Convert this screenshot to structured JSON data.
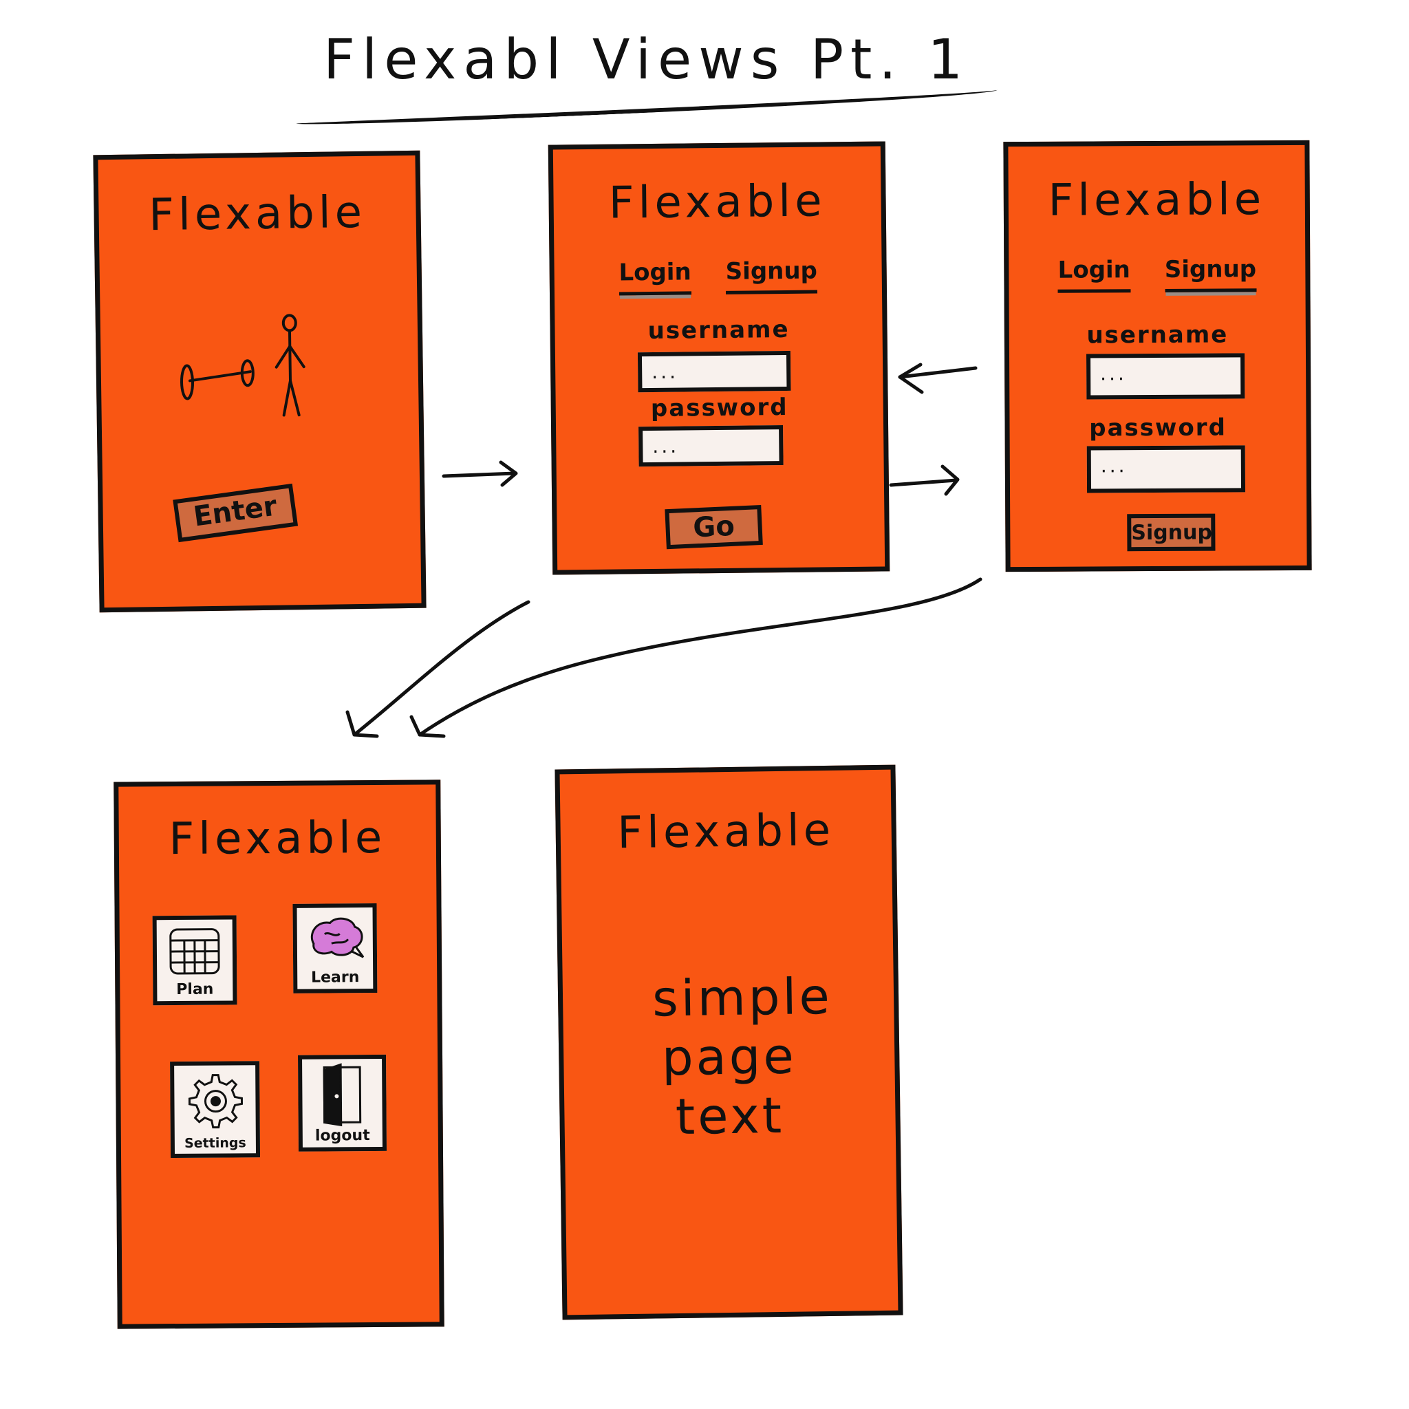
{
  "page_title": "Flexabl Views Pt. 1",
  "colors": {
    "screen": "#f95613",
    "button": "#cf6a3f",
    "field": "#f8f1ed",
    "ink": "#111111",
    "learn_brain": "#d57bd8"
  },
  "screens": {
    "welcome": {
      "app_title": "Flexable",
      "illustration": "person-barbell-icon",
      "enter_button": "Enter"
    },
    "login": {
      "app_title": "Flexable",
      "tabs": [
        "Login",
        "Signup"
      ],
      "active_tab": "Login",
      "username_label": "username",
      "username_value": "...",
      "password_label": "password",
      "password_value": "...",
      "go_button": "Go"
    },
    "signup": {
      "app_title": "Flexable",
      "tabs": [
        "Login",
        "Signup"
      ],
      "active_tab": "Signup",
      "username_label": "username",
      "username_value": "...",
      "password_label": "password",
      "password_value": "...",
      "signup_button": "Signup"
    },
    "home": {
      "app_title": "Flexable",
      "tiles": [
        {
          "label": "Plan",
          "icon": "calendar-icon"
        },
        {
          "label": "Learn",
          "icon": "brain-icon"
        },
        {
          "label": "Settings",
          "icon": "gear-icon"
        },
        {
          "label": "logout",
          "icon": "door-icon"
        }
      ]
    },
    "simple": {
      "app_title": "Flexable",
      "body_text": "simple page text"
    }
  }
}
